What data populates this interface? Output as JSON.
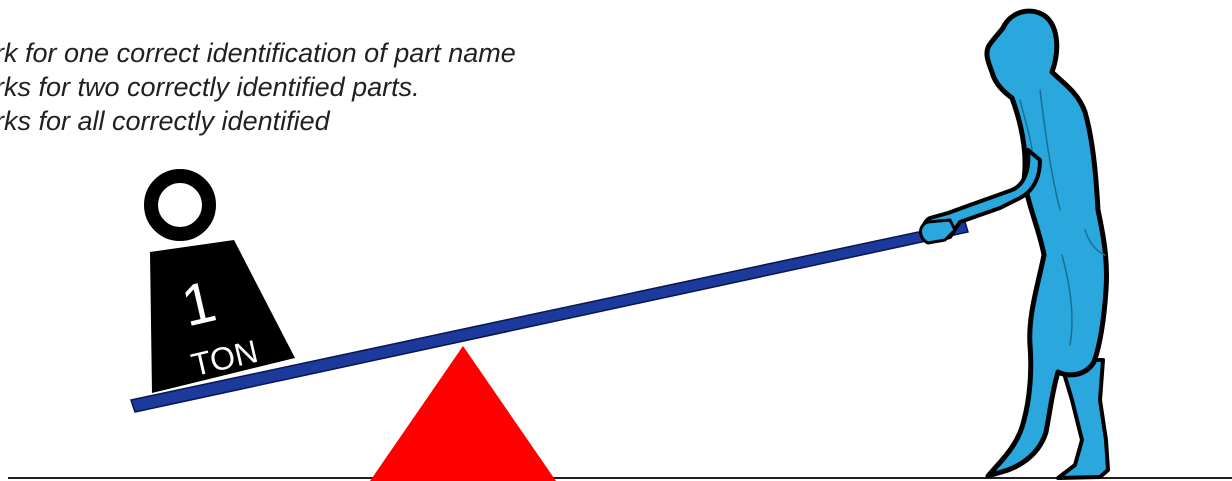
{
  "notes": {
    "line1": "ark for one correct identification of part name",
    "line2": "arks for two correctly identified parts.",
    "line3": "arks for all correctly identified"
  },
  "weight": {
    "amount": "1",
    "unit": "TON"
  },
  "colors": {
    "lever": "#1b3a9c",
    "lever_edge": "#0a1650",
    "fulcrum": "#ff0000",
    "person": "#2aa7dc",
    "outline": "#000000",
    "weight": "#000000",
    "ground": "#231f20"
  },
  "icons": {
    "weight": "weight-icon",
    "person": "person-icon",
    "fulcrum": "fulcrum-icon"
  }
}
